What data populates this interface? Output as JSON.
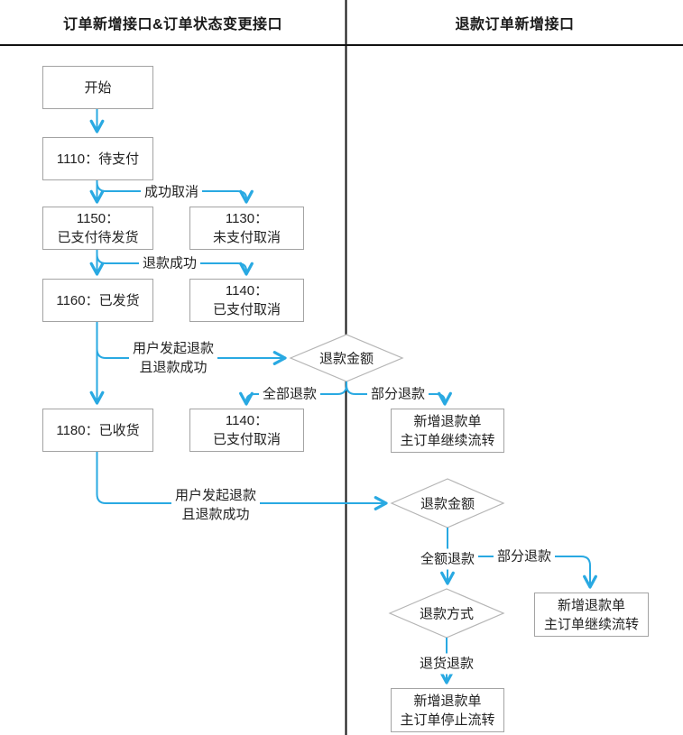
{
  "header": {
    "left": "订单新增接口&订单状态变更接口",
    "right": "退款订单新增接口"
  },
  "nodes": {
    "start": [
      "开始"
    ],
    "n1110": [
      "1110：待支付"
    ],
    "n1150": [
      "1150：",
      "已支付待发货"
    ],
    "n1130": [
      "1130：",
      "未支付取消"
    ],
    "n1160": [
      "1160：已发货"
    ],
    "n1140a": [
      "1140：",
      "已支付取消"
    ],
    "n1180": [
      "1180：已收货"
    ],
    "n1140b": [
      "1140：",
      "已支付取消"
    ],
    "r1": [
      "新增退款单",
      "主订单继续流转"
    ],
    "r2": [
      "新增退款单",
      "主订单继续流转"
    ],
    "r3": [
      "新增退款单",
      "主订单停止流转"
    ]
  },
  "decisions": {
    "d1": "退款金额",
    "d2": "退款金额",
    "d3": "退款方式"
  },
  "edge_labels": {
    "cancel_ok": "成功取消",
    "refund_ok": "退款成功",
    "user_refund1": [
      "用户发起退款",
      "且退款成功"
    ],
    "all_refund": "全部退款",
    "part_refund1": "部分退款",
    "user_refund2": [
      "用户发起退款",
      "且退款成功"
    ],
    "full_refund": "全额退款",
    "part_refund2": "部分退款",
    "return_refund": "退货退款"
  },
  "colors": {
    "arrow": "#29a9e2",
    "box_border": "#a3a3a3",
    "diamond_border": "#b5b5b5",
    "divider": "#111111",
    "text": "#222222"
  }
}
